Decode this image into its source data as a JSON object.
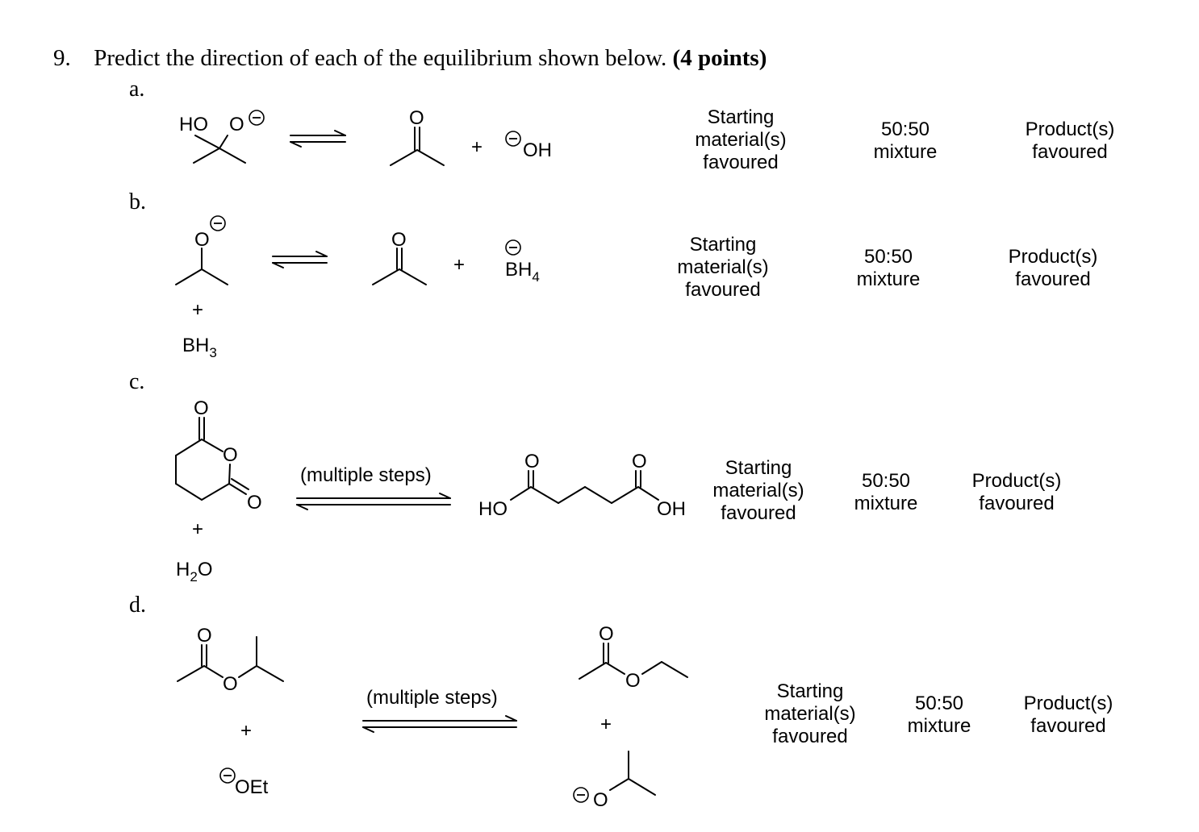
{
  "question": {
    "number": "9.",
    "text": "Predict the direction of each of the equilibrium shown below.",
    "points": "(4 points)"
  },
  "parts": [
    {
      "label": "a.",
      "species": {
        "ho": "HO",
        "o": "O",
        "carbonyl_o": "O",
        "plus": "+",
        "oh": "OH"
      },
      "choices": [
        "Starting\nmaterial(s)\nfavoured",
        "50:50\nmixture",
        "Product(s)\nfavoured"
      ]
    },
    {
      "label": "b.",
      "species": {
        "o": "O",
        "carbonyl_o": "O",
        "plus_top": "+",
        "bh4": "BH",
        "bh4_sub": "4",
        "plus_bottom": "+",
        "bh3": "BH",
        "bh3_sub": "3"
      },
      "choices": [
        "Starting\nmaterial(s)\nfavoured",
        "50:50\nmixture",
        "Product(s)\nfavoured"
      ]
    },
    {
      "label": "c.",
      "species": {
        "o_exo1": "O",
        "o_ring": "O",
        "o_exo2": "O",
        "plus": "+",
        "h2o_h": "H",
        "h2o_sub": "2",
        "h2o_o": "O",
        "steps": "(multiple steps)",
        "ho": "HO",
        "o1": "O",
        "o2": "O",
        "oh": "OH"
      },
      "choices": [
        "Starting\nmaterial(s)\nfavoured",
        "50:50\nmixture",
        "Product(s)\nfavoured"
      ]
    },
    {
      "label": "d.",
      "species": {
        "o_carbonyl": "O",
        "o_ester": "O",
        "plus": "+",
        "oet": "OEt",
        "steps": "(multiple steps)",
        "p_o_carbonyl": "O",
        "p_o_ester": "O",
        "p_plus": "+",
        "p_o_alkoxide": "O"
      },
      "choices": [
        "Starting\nmaterial(s)\nfavoured",
        "50:50\nmixture",
        "Product(s)\nfavoured"
      ]
    }
  ],
  "colors": {
    "ink": "#000000",
    "background": "#ffffff"
  },
  "icons": {
    "charge": "negative-charge-icon",
    "arrow": "equilibrium-arrow-icon"
  }
}
